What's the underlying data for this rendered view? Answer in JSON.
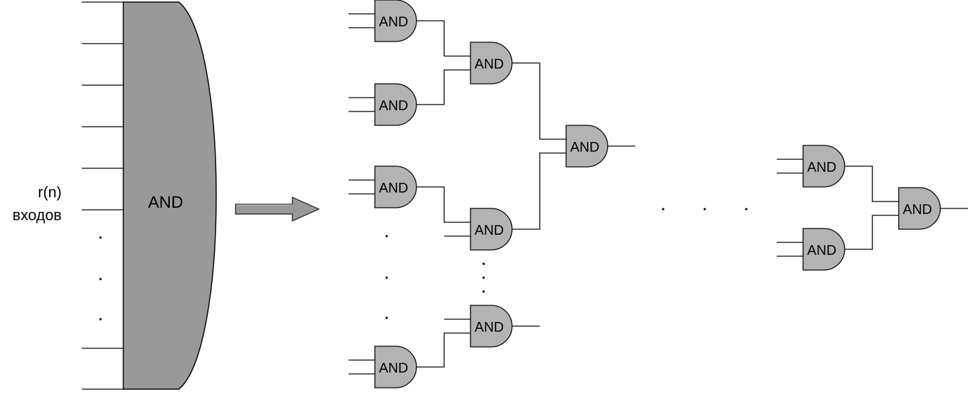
{
  "big_gate": {
    "label": "AND",
    "inputs_label_line1": "r(n)",
    "inputs_label_line2": "входов"
  },
  "gate_label": "AND",
  "arrow": "right-arrow",
  "colors": {
    "big_gate_fill": "#999999",
    "small_gate_fill": "#b3b3b3",
    "wire": "#000000"
  }
}
